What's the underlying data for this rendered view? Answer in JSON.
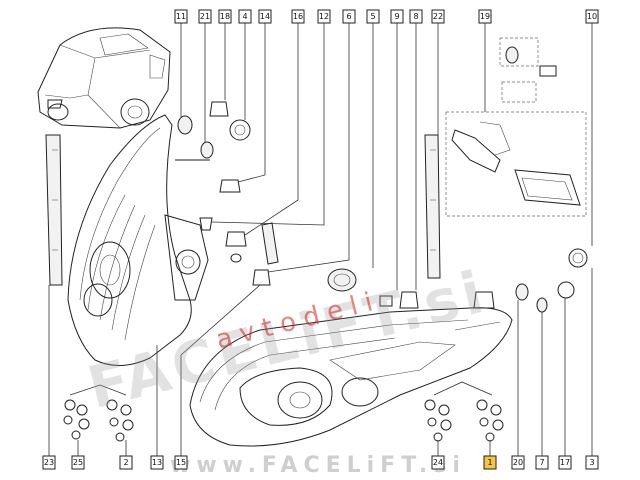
{
  "watermark": {
    "main": "FACELiFT.si",
    "sub": "avtodeli",
    "footer": "www.FACELiFT.si"
  },
  "top_callouts": [
    "11",
    "21",
    "18",
    "4",
    "14",
    "16",
    "12",
    "6",
    "5",
    "9",
    "8",
    "22",
    "19",
    "10"
  ],
  "bottom_callouts": [
    "23",
    "25",
    "2",
    "13",
    "15",
    "24",
    "1",
    "20",
    "7",
    "17",
    "3"
  ],
  "highlighted_callout": "1",
  "colors": {
    "line": "#222222",
    "watermark_red": "#d22020",
    "highlight": "#f5c542"
  }
}
